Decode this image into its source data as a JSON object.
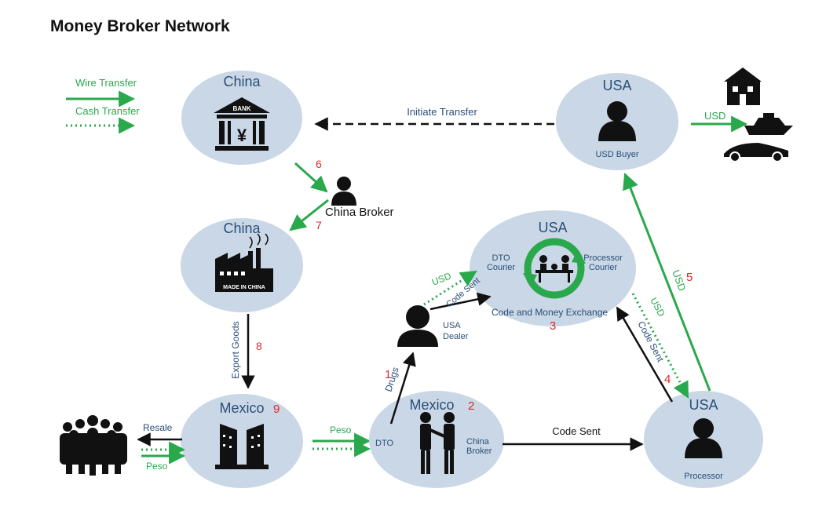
{
  "title": "Money Broker Network",
  "colors": {
    "wire": "#2aa84c",
    "cash": "#2aa84c",
    "node_bg": "#c9d7e6",
    "label_blue": "#2a4f78",
    "step_red": "#e3262b",
    "black": "#111111"
  },
  "legend": {
    "wire": "Wire Transfer",
    "cash": "Cash Transfer"
  },
  "nodes": {
    "china_bank": {
      "title": "China",
      "bank_text": "BANK",
      "yuan": "¥"
    },
    "usa_buyer": {
      "title": "USA",
      "caption": "USD Buyer"
    },
    "china_factory": {
      "title": "China",
      "badge": "MADE IN CHINA"
    },
    "usa_exchange": {
      "title": "USA",
      "left": "DTO Courier",
      "right": "Processor Courier",
      "caption": "Code and Money Exchange"
    },
    "mexico_resale": {
      "title": "Mexico"
    },
    "mexico_dto": {
      "title": "Mexico",
      "left": "DTO",
      "right": "China Broker"
    },
    "usa_processor": {
      "title": "USA",
      "caption": "Processor"
    }
  },
  "people": {
    "china_broker": "China Broker",
    "usa_dealer": "USA Dealer"
  },
  "edges": {
    "initiate": "Initiate Transfer",
    "usd_assets": "USD",
    "export": "Export Goods",
    "resale": "Resale",
    "peso_in": "Peso",
    "peso": "Peso",
    "drugs": "Drugs",
    "code_sent_bottom": "Code Sent",
    "usd_dealer": "USD",
    "code_sent_dealer": "Code Sent",
    "usd_processor": "USD",
    "code_sent_processor": "Code Sent",
    "usd_5": "USD"
  },
  "steps": {
    "s1": "1",
    "s2": "2",
    "s3": "3",
    "s4": "4",
    "s5": "5",
    "s6": "6",
    "s7": "7",
    "s8": "8",
    "s9": "9"
  },
  "icons": [
    "bank-icon",
    "person-icon",
    "factory-icon",
    "exchange-icon",
    "buildings-icon",
    "handshake-icon",
    "house-icon",
    "yacht-icon",
    "sports-car-icon",
    "crowd-icon"
  ]
}
